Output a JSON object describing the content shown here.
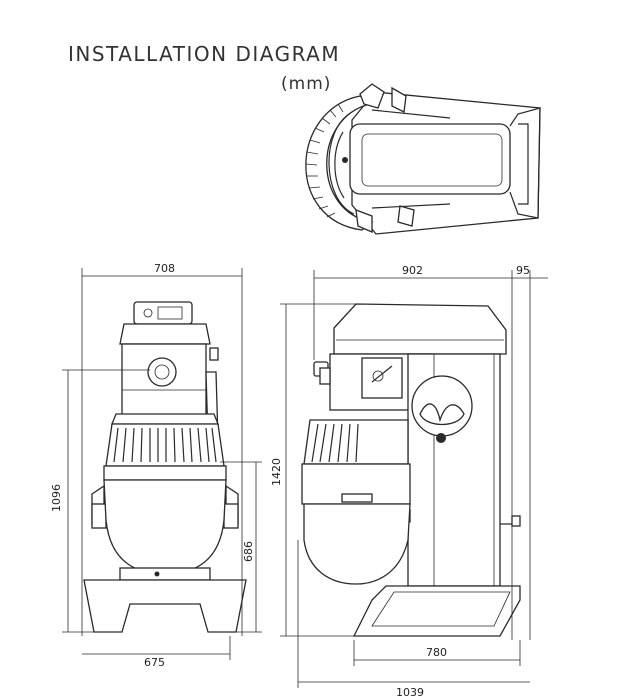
{
  "title": "INSTALLATION  DIAGRAM",
  "unit": "(mm)",
  "front_view": {
    "width_top": "708",
    "width_base": "675",
    "height_total": "1096",
    "height_bowl": "686"
  },
  "side_view": {
    "depth": "902",
    "offset": "95",
    "height_total": "1420",
    "base_depth": "780",
    "depth_total": "1039"
  }
}
